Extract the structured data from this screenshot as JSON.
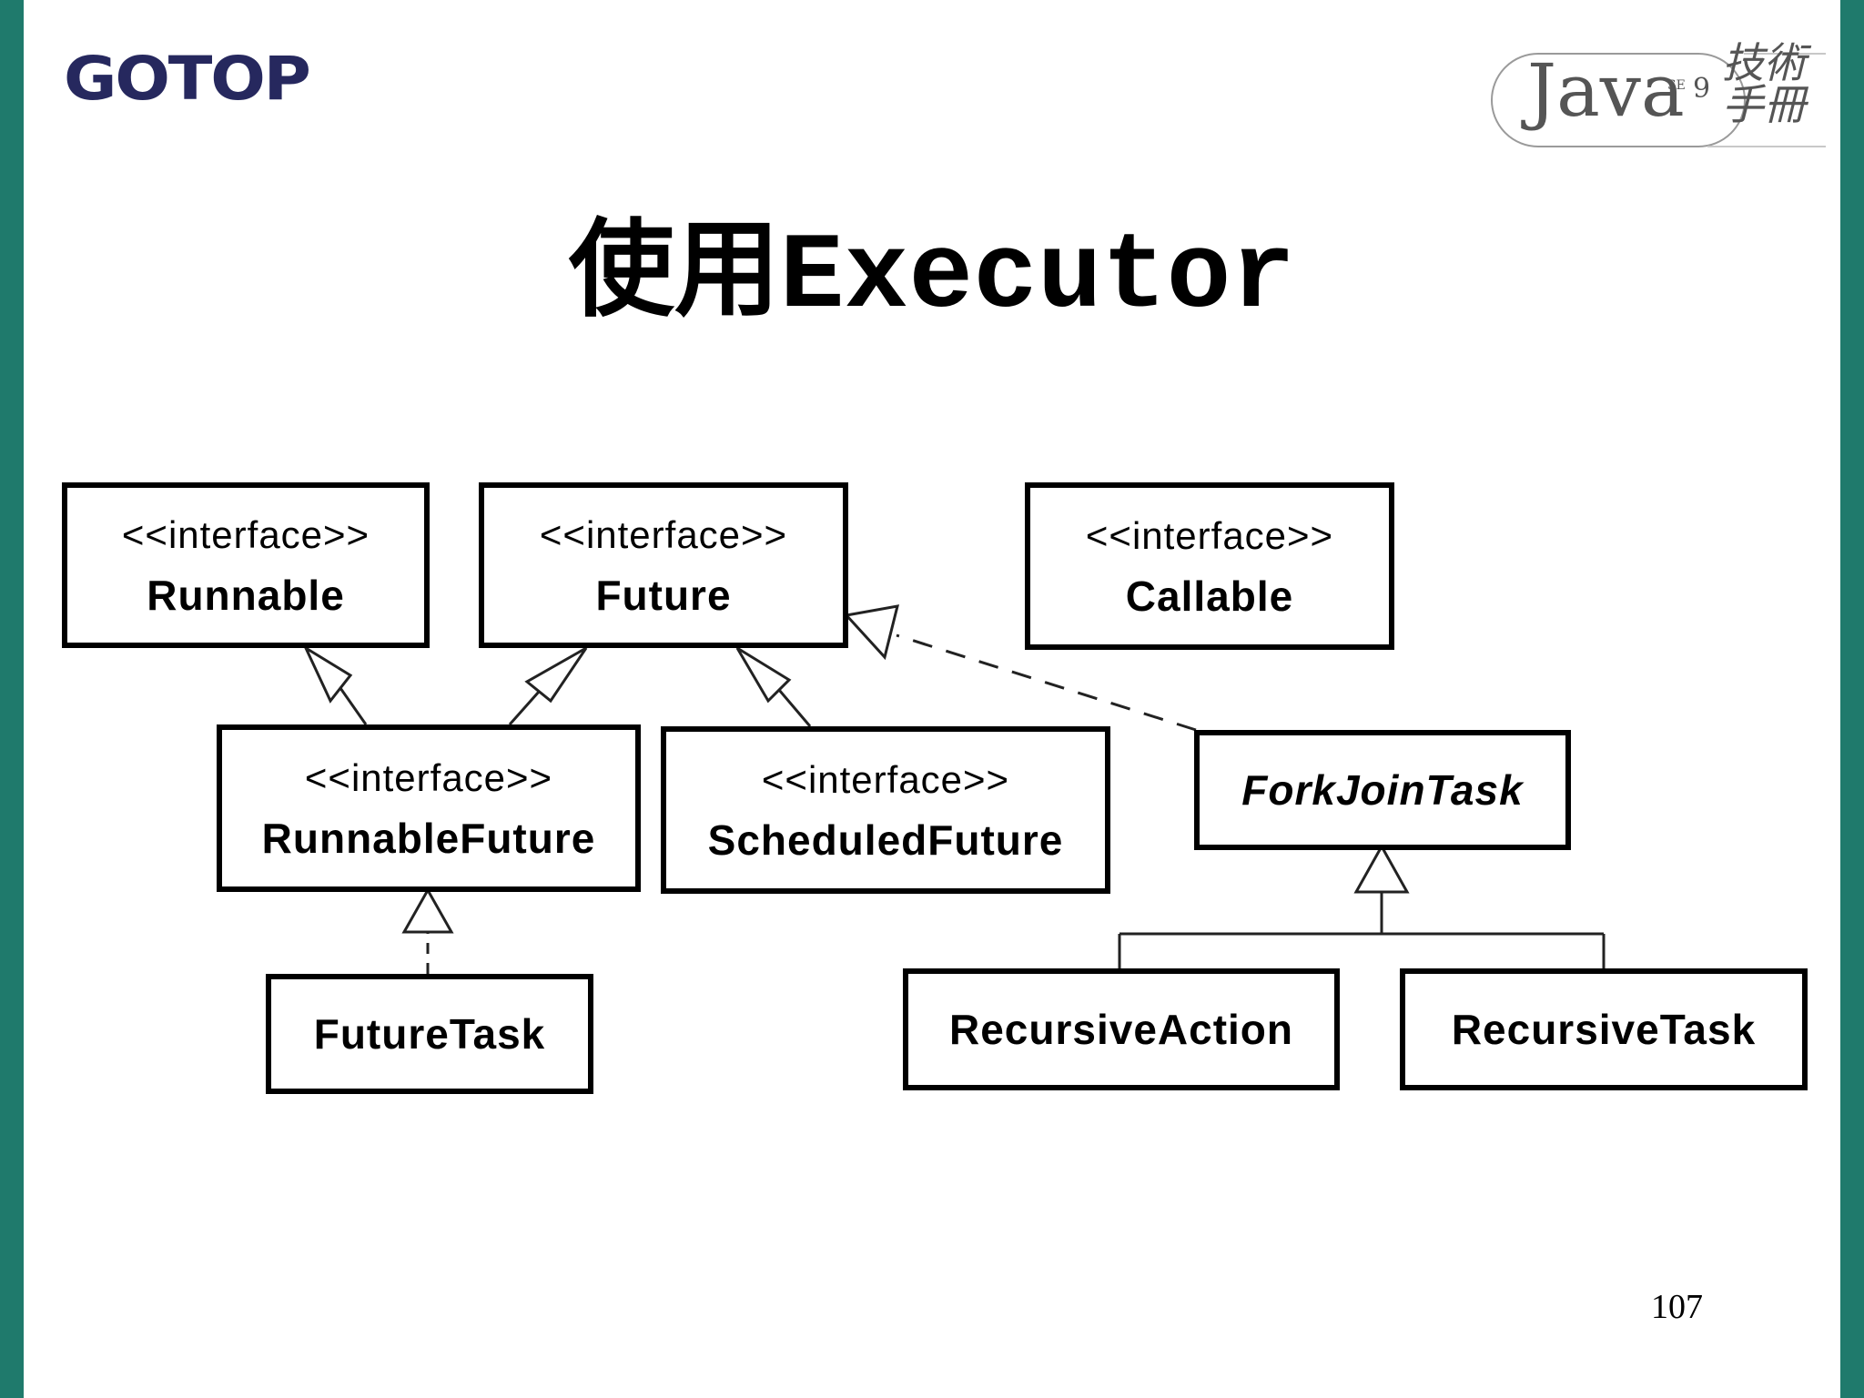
{
  "header": {
    "logo_text": "GOTOP",
    "badge": {
      "word": "Java",
      "edition": "SE",
      "version": "9",
      "cjk": "技術手冊"
    }
  },
  "title": {
    "cjk": "使用",
    "code": "Executor"
  },
  "diagram": {
    "stereotype": "<<interface>>",
    "classes": {
      "runnable": "Runnable",
      "future": "Future",
      "callable": "Callable",
      "runnable_future": "RunnableFuture",
      "scheduled_future": "ScheduledFuture",
      "fork_join_task": "ForkJoinTask",
      "future_task": "FutureTask",
      "recursive_action": "RecursiveAction",
      "recursive_task": "RecursiveTask"
    },
    "colors": {
      "line": "#000000",
      "edge": "#222222"
    }
  },
  "footer": {
    "page_number": "107"
  },
  "theme": {
    "side_bar": "#1f7a6c",
    "logo": "#26285e"
  }
}
